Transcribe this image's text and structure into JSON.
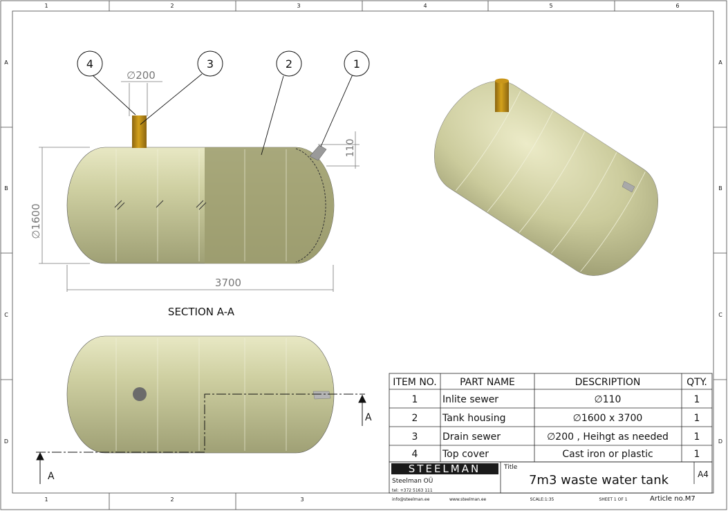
{
  "frame": {
    "cols_top": [
      "1",
      "2",
      "3",
      "4",
      "5",
      "6"
    ],
    "cols_bottom": [
      "1",
      "2",
      "3"
    ],
    "rows": [
      "A",
      "B",
      "C",
      "D"
    ]
  },
  "views": {
    "section_label": "SECTION A-A",
    "section_marker": "A",
    "dimensions": {
      "length": "3700",
      "diameter": "1600",
      "nozzle_top": "200",
      "nozzle_inlet": "110"
    },
    "diameter_symbol": "∅",
    "balloons": [
      "4",
      "3",
      "2",
      "1"
    ]
  },
  "bom": {
    "headers": [
      "ITEM NO.",
      "PART NAME",
      "DESCRIPTION",
      "QTY."
    ],
    "rows": [
      {
        "item": "1",
        "part": "Inlite sewer",
        "desc": "∅110",
        "qty": "1"
      },
      {
        "item": "2",
        "part": "Tank housing",
        "desc": "∅1600 x 3700",
        "qty": "1"
      },
      {
        "item": "3",
        "part": "Drain sewer",
        "desc": "∅200 , Heihgt as needed",
        "qty": "1"
      },
      {
        "item": "4",
        "part": "Top cover",
        "desc": "Cast iron or plastic",
        "qty": "1"
      }
    ]
  },
  "title_block": {
    "logo": "STEELMAN",
    "company": "Steelman OÜ",
    "tel": "tel: +372 5163 111",
    "email": "info@steelman.ee",
    "web": "www.steelman.ee",
    "title_label": "Title",
    "title": "7m3 waste water tank",
    "size": "A4",
    "scale": "SCALE:1:35",
    "sheet": "SHEET 1 OF 1",
    "article": "Article no.M7"
  },
  "colors": {
    "tank_fill": "#c8c99a",
    "tank_section": "#9c9c6e",
    "pipe": "#b8860b",
    "accent_gray": "#8a8a8a"
  }
}
